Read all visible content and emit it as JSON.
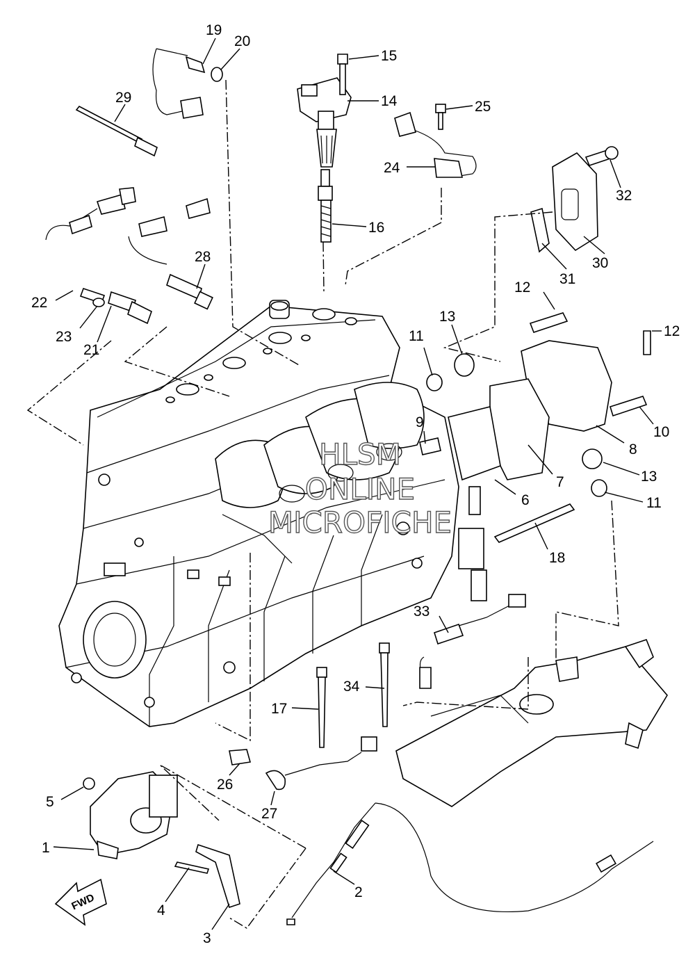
{
  "callouts": [
    {
      "n": "1"
    },
    {
      "n": "2"
    },
    {
      "n": "3"
    },
    {
      "n": "4"
    },
    {
      "n": "5"
    },
    {
      "n": "6"
    },
    {
      "n": "7"
    },
    {
      "n": "8"
    },
    {
      "n": "9"
    },
    {
      "n": "10"
    },
    {
      "n": "11"
    },
    {
      "n": "11"
    },
    {
      "n": "12"
    },
    {
      "n": "12"
    },
    {
      "n": "13"
    },
    {
      "n": "13"
    },
    {
      "n": "14"
    },
    {
      "n": "15"
    },
    {
      "n": "16"
    },
    {
      "n": "17"
    },
    {
      "n": "18"
    },
    {
      "n": "19"
    },
    {
      "n": "20"
    },
    {
      "n": "21"
    },
    {
      "n": "22"
    },
    {
      "n": "23"
    },
    {
      "n": "24"
    },
    {
      "n": "25"
    },
    {
      "n": "26"
    },
    {
      "n": "27"
    },
    {
      "n": "28"
    },
    {
      "n": "29"
    },
    {
      "n": "30"
    },
    {
      "n": "31"
    },
    {
      "n": "32"
    },
    {
      "n": "33"
    },
    {
      "n": "34"
    }
  ],
  "watermark": {
    "line1": "HLSM",
    "line2": "ONLINE",
    "line3": "MICROFICHE"
  },
  "fwd_arrow": {
    "label": "FWD"
  },
  "colors": {
    "line": "#000000",
    "background": "#ffffff",
    "watermark_outline": "#555555"
  }
}
